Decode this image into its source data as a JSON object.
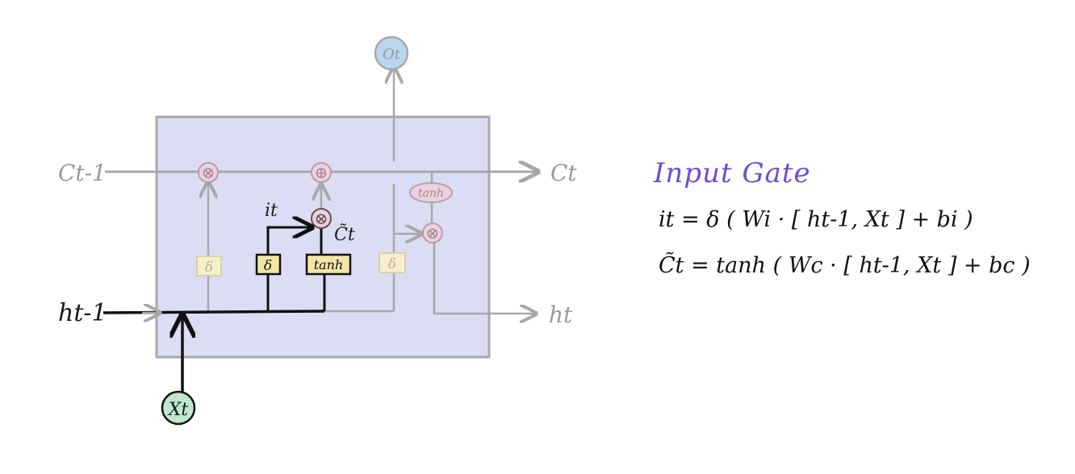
{
  "diagram": {
    "labels": {
      "c_prev": "Ct-1",
      "c_next": "Ct",
      "h_prev": "ht-1",
      "h_next": "ht",
      "x_in": "Xt",
      "o_out": "Ot",
      "i_t": "it",
      "c_tilde": "C̃t"
    },
    "gates": {
      "forget_sigma": "δ",
      "input_sigma": "δ",
      "input_tanh": "tanh",
      "output_sigma": "δ",
      "cell_tanh": "tanh"
    },
    "ops": {
      "multiply": "⊗",
      "add": "⊕"
    },
    "colors": {
      "cell_fill": "#dcddf4",
      "cell_border": "#a8a8a8",
      "gray_line": "#a8a8a8",
      "dark_line": "#111111",
      "op_fill": "#f2cfdc",
      "sigma_fill_faded": "#f7efcc",
      "gate_fill_active": "#f3e6a6",
      "output_circle": "#b9d6ee",
      "input_circle": "#bfe6cf"
    }
  },
  "formulas": {
    "title": "Input Gate",
    "eq1": "it = δ ( Wi · [ ht-1, Xt ] + bi )",
    "eq2": "C̃t = tanh ( Wc · [ ht-1, Xt ] + bc )"
  }
}
